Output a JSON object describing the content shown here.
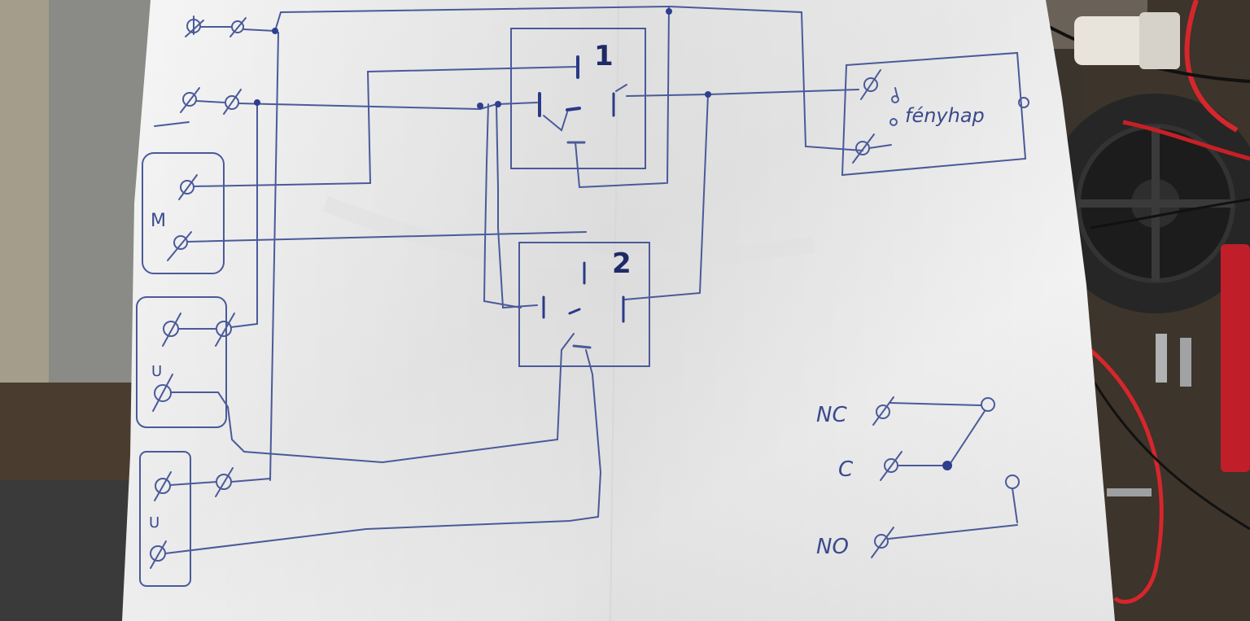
{
  "photo": {
    "labels": {
      "relay1_number": "1",
      "relay2_number": "2",
      "motor_letter": "M",
      "left_u_upper": "U",
      "left_u_lower": "U",
      "right_box_text": "fényhap",
      "legend_nc": "NC",
      "legend_c": "C",
      "legend_no": "NO"
    },
    "colors": {
      "paper": "#f4f4f4",
      "ink": "#4a5a9a",
      "ink_dark": "#1e2a66",
      "workbench": "#3a332c",
      "red_wire": "#d6262c",
      "metal": "#9ea0a2"
    }
  }
}
